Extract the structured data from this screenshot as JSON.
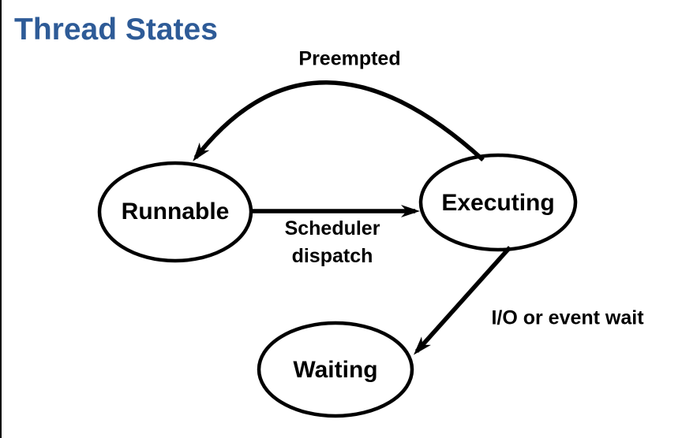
{
  "title": "Thread States",
  "colors": {
    "title_text": "#2e5b97",
    "diagram_stroke": "#000000",
    "background": "#ffffff"
  },
  "diagram": {
    "type": "state-diagram",
    "states": [
      {
        "id": "runnable",
        "label": "Runnable"
      },
      {
        "id": "executing",
        "label": "Executing"
      },
      {
        "id": "waiting",
        "label": "Waiting"
      }
    ],
    "transitions": [
      {
        "from": "Executing",
        "to": "Runnable",
        "label": "Preempted"
      },
      {
        "from": "Runnable",
        "to": "Executing",
        "label": "Scheduler dispatch",
        "label_line1": "Scheduler",
        "label_line2": "dispatch"
      },
      {
        "from": "Executing",
        "to": "Waiting",
        "label": "I/O or event wait"
      }
    ]
  }
}
